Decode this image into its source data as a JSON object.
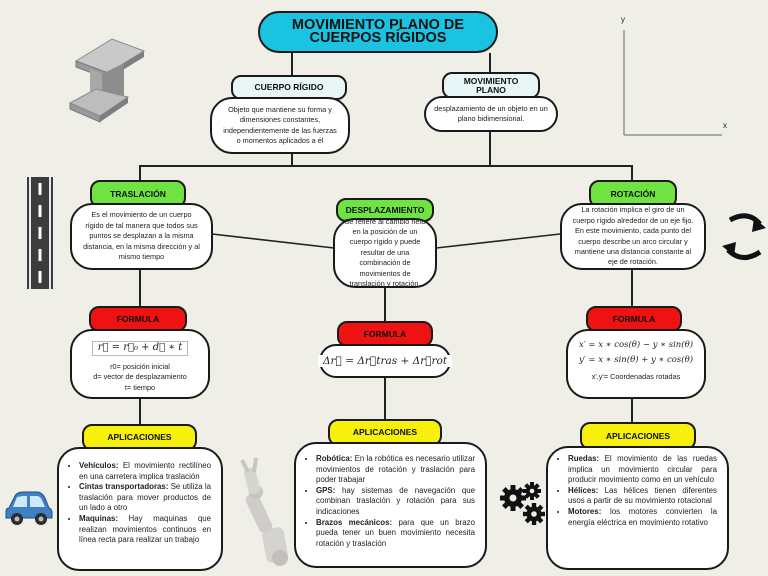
{
  "title": "MOVIMIENTO PLANO DE CUERPOS RÍGIDOS",
  "axes": {
    "y": "y",
    "x": "x"
  },
  "cuerpo_rigido": {
    "label": "CUERPO RÍGIDO",
    "text": "Objeto que mantiene su forma y dimensiones constantes, independientemente de las fuerzas o momentos aplicados a él"
  },
  "movimiento_plano": {
    "label": "MOVIMIENTO PLANO",
    "text": "desplazamiento de un objeto en un plano bidimensional."
  },
  "traslacion": {
    "label": "TRASLACIÓN",
    "text": "Es el movimiento de un cuerpo rígido de tal manera que todos sus puntos se desplazan a la misma distancia, en la misma dirección y al mismo tiempo",
    "formula_label": "FORMULA",
    "formula": "r⃗ = r⃗₀ + d⃗ ∗ t",
    "formula_notes": [
      "r0= posición inicial",
      "d= vector de desplazamiento",
      "t= tiempo"
    ],
    "apps_label": "APLICACIONES",
    "apps": [
      {
        "term": "Vehículos:",
        "desc": " El movimiento rectilíneo en una carretera implica traslación"
      },
      {
        "term": "Cintas transportadoras:",
        "desc": " Se utiliza la traslación para mover productos de un lado a otro"
      },
      {
        "term": "Maquinas:",
        "desc": " Hay maquinas que realizan movimientos continuos en línea recta para realizar un trabajo"
      }
    ]
  },
  "desplazamiento": {
    "label": "DESPLAZAMIENTO",
    "text": "Se refiere al cambio neto en la posición de un cuerpo rígido y puede resultar de una combinación de movimientos de translación y rotación.",
    "formula_label": "FORMULA",
    "formula": "Δr⃗ = Δr⃗tras + Δr⃗rot",
    "apps_label": "APLICACIONES",
    "apps": [
      {
        "term": "Robótica:",
        "desc": " En la robótica es necesario utilizar movimientos de rotación y traslación para poder trabajar"
      },
      {
        "term": "GPS:",
        "desc": " hay sistemas de navegación que combinan traslación y rotación para sus indicaciones"
      },
      {
        "term": "Brazos mecánicos:",
        "desc": " para que un brazo pueda tener un buen movimiento necesita rotación y traslación"
      }
    ]
  },
  "rotacion": {
    "label": "ROTACIÓN",
    "text": "La rotación implica el giro de un cuerpo rígido alrededor de un eje fijo. En este movimiento, cada punto del cuerpo describe un arco circular y mantiene una distancia constante al eje de rotación.",
    "formula_label": "FORMULA",
    "formula1": "x′ = x ∗ cos(θ) − y ∗ sin(θ)",
    "formula2": "y′ = x ∗ sin(θ) + y ∗ cos(θ)",
    "formula_note": "x',y'= Coordenadas rotadas",
    "apps_label": "APLICACIONES",
    "apps": [
      {
        "term": "Ruedas:",
        "desc": " El movimiento de las ruedas implica un movimiento circular para producir movimiento como en un vehículo"
      },
      {
        "term": "Hélices:",
        "desc": " Las hélices tienen diferentes usos a partir de su movimiento rotacional"
      },
      {
        "term": "Motores:",
        "desc": " los motores convierten la energía eléctrica en movimiento rotativo"
      }
    ]
  },
  "colors": {
    "title": "#19c3e1",
    "green": "#6fe341",
    "red": "#ee1212",
    "yellow": "#f6f00c",
    "background": "#efeee7"
  }
}
